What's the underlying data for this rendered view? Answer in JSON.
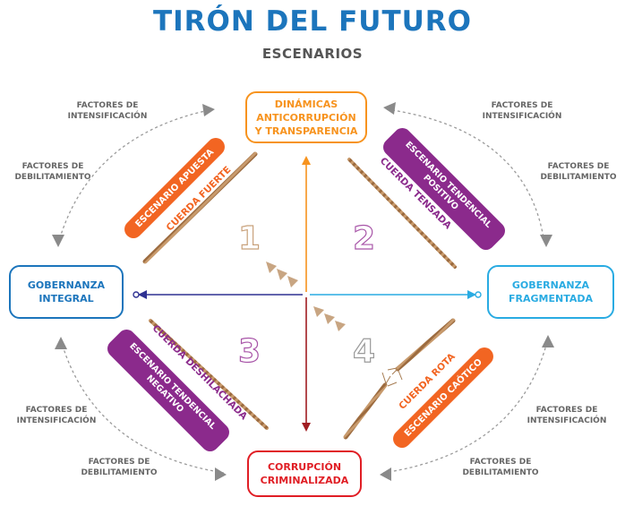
{
  "title": "TIRÓN DEL FUTURO",
  "subtitle": "ESCENARIOS",
  "nodes": {
    "top": "DINÁMICAS\nANTICORRUPCIÓN\nY TRANSPARENCIA",
    "left": "GOBERNANZA\nINTEGRAL",
    "right": "GOBERNANZA\nFRAGMENTADA",
    "bottom": "CORRUPCIÓN\nCRIMINALIZADA"
  },
  "factors": {
    "top_left": "FACTORES DE\nINTENSIFICACIÓN",
    "left_upper": "FACTORES DE\nDEBILITAMIENTO",
    "top_right": "FACTORES DE\nINTENSIFICACIÓN",
    "right_upper": "FACTORES DE\nDEBILITAMIENTO",
    "left_lower": "FACTORES DE\nINTENSIFICACIÓN",
    "bottom_left": "FACTORES DE\nDEBILITAMIENTO",
    "right_lower": "FACTORES DE\nINTENSIFICACIÓN",
    "bottom_right": "FACTORES DE\nDEBILITAMIENTO"
  },
  "scenarios": [
    {
      "number": "1",
      "scenario": "ESCENARIO APUESTA",
      "rope": "CUERDA FUERTE"
    },
    {
      "number": "2",
      "scenario": "ESCENARIO TENDENCIAL\nPOSITIVO",
      "rope": "CUERDA TENSADA"
    },
    {
      "number": "3",
      "scenario": "ESCENARIO TENDENCIAL\nNEGATIVO",
      "rope": "CUERDA DESHILACHADA"
    },
    {
      "number": "4",
      "scenario": "ESCENARIO CAÓTICO",
      "rope": "CUERDA ROTA"
    }
  ],
  "colors": {
    "title": "#1c75bc",
    "top": "#f7931e",
    "left": "#1c75bc",
    "right": "#29abe2",
    "bottom": "#e01e25",
    "purple": "#8b2a8c",
    "orange": "#f26522",
    "rope": "#b8875b",
    "navy": "#2e3192"
  }
}
